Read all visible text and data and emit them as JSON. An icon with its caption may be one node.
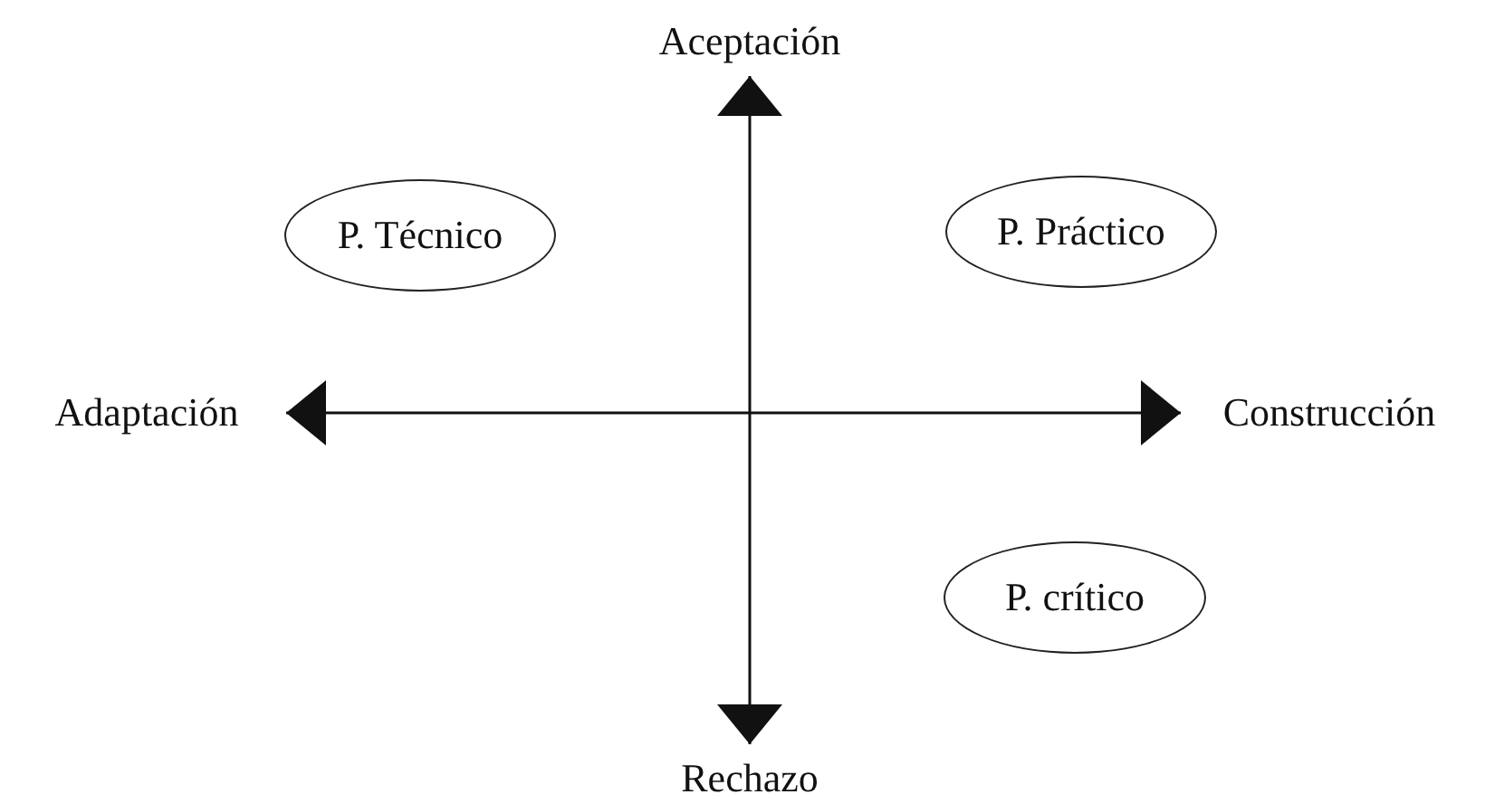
{
  "diagram": {
    "nodes": [
      {
        "text": [
          "Aceptación"
        ]
      },
      {
        "text": [
          "P. Técnico"
        ]
      },
      {
        "text": [
          "P. Práctico"
        ]
      },
      {
        "text": [
          "Adaptación"
        ]
      },
      {
        "text": [
          "Construcción"
        ]
      },
      {
        "text": [
          "P. crítico"
        ]
      },
      {
        "text": [
          "Rechazo"
        ]
      }
    ],
    "edges": [
      {
        "from": 3,
        "to": 4,
        "arrow": "both"
      },
      {
        "from": 0,
        "to": 6,
        "arrow": "both"
      }
    ]
  }
}
